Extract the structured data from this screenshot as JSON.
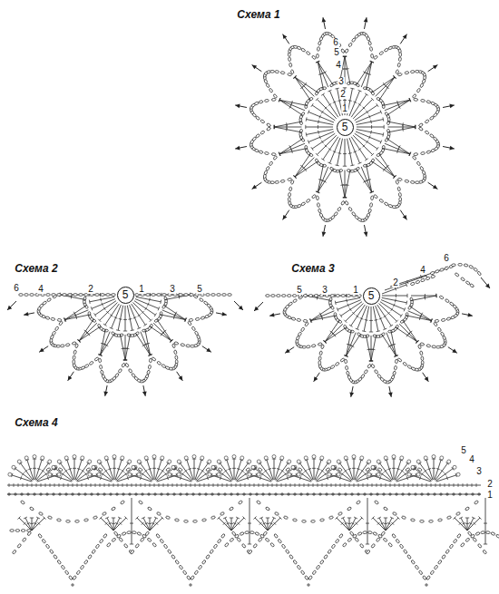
{
  "diagram": {
    "nodes": [
      {
        "text": [
          "5"
        ]
      },
      {
        "text": [
          "5"
        ]
      },
      {
        "text": [
          "5"
        ]
      }
    ],
    "labels": [
      "Схема 1",
      "6",
      "5",
      "4",
      "3",
      "2",
      "1",
      "Схема 2",
      "6",
      "4",
      "2",
      "1",
      "3",
      "5",
      "Схема 3",
      "5",
      "3",
      "1",
      "2",
      "4",
      "6",
      "Схема 4",
      "5",
      "4",
      "3",
      "2",
      "1"
    ]
  }
}
